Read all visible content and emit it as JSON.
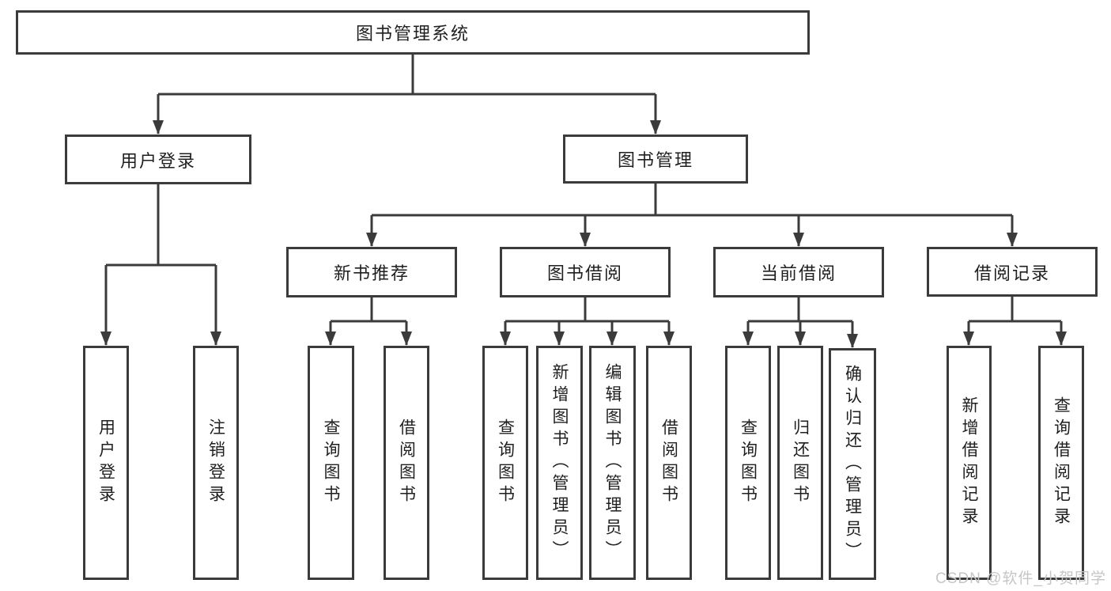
{
  "root": {
    "label": "图书管理系统"
  },
  "level2": {
    "user_login": {
      "label": "用户登录"
    },
    "book_mgmt": {
      "label": "图书管理"
    }
  },
  "level3": {
    "new_books": {
      "label": "新书推荐"
    },
    "borrow": {
      "label": "图书借阅"
    },
    "current": {
      "label": "当前借阅"
    },
    "records": {
      "label": "借阅记录"
    }
  },
  "leaves": {
    "user_login": {
      "label": "用户登录"
    },
    "logout": {
      "label": "注销登录"
    },
    "nb_query": {
      "label": "查询图书"
    },
    "nb_borrow": {
      "label": "借阅图书"
    },
    "bb_query": {
      "label": "查询图书"
    },
    "bb_add": {
      "label": "新增图书（管理员）"
    },
    "bb_edit": {
      "label": "编辑图书（管理员）"
    },
    "bb_borrow": {
      "label": "借阅图书"
    },
    "cb_query": {
      "label": "查询图书"
    },
    "cb_return": {
      "label": "归还图书"
    },
    "cb_confirm": {
      "label": "确认归还（管理员）"
    },
    "br_add": {
      "label": "新增借阅记录"
    },
    "br_query": {
      "label": "查询借阅记录"
    }
  },
  "watermark": {
    "text": "CSDN @软件_小贺同学"
  },
  "colors": {
    "line": "#3b3b3b",
    "text": "#1f1f1f",
    "background": "#ffffff",
    "watermark": "#c6c6c6"
  }
}
